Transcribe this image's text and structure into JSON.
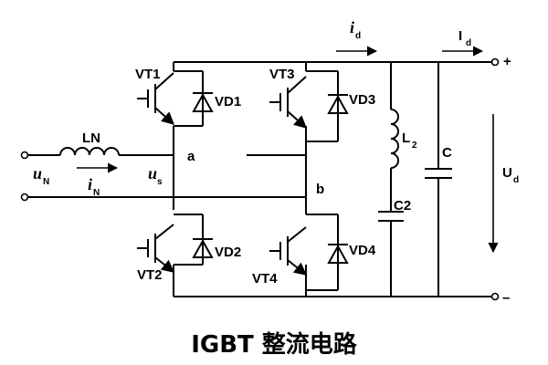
{
  "labels": {
    "vt1": "VT1",
    "vt2": "VT2",
    "vt3": "VT3",
    "vt4": "VT4",
    "vd1": "VD1",
    "vd2": "VD2",
    "vd3": "VD3",
    "vd4": "VD4",
    "ln": "LN",
    "node_a": "a",
    "node_b": "b",
    "l2": "L",
    "l2_sub": "2",
    "c": "C",
    "c2": "C2",
    "u_n": "u",
    "u_n_sub": "N",
    "i_n": "i",
    "i_n_sub": "N",
    "u_s": "u",
    "u_s_sub": "s",
    "i_d": "i",
    "i_d_sub": "d",
    "big_i_d": "I",
    "big_i_d_sub": "d",
    "u_d": "U",
    "u_d_sub": "d",
    "plus": "+",
    "minus": "–"
  },
  "title": "IGBT 整流电路"
}
